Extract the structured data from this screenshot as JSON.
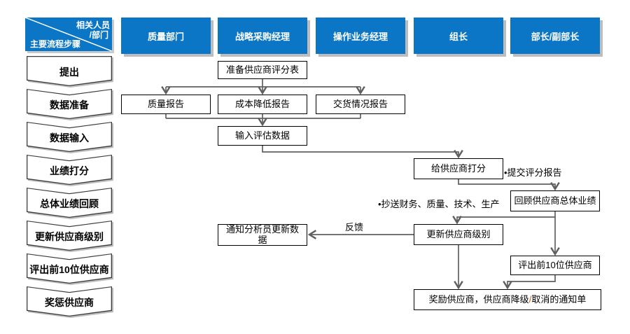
{
  "diagram": {
    "matrix_header": {
      "line1": "相关人员",
      "line2": "/部门",
      "line3": "主要流程步骤"
    },
    "roles": [
      "质量部门",
      "战略采购经理",
      "操作业务经理",
      "组长",
      "部长/副部长"
    ],
    "steps": [
      "提出",
      "数据准备",
      "数据输入",
      "业绩打分",
      "总体业绩回顾",
      "更新供应商级别",
      "评出前10位供应商",
      "奖惩供应商"
    ],
    "nodes": {
      "prepare_form": "准备供应商评分表",
      "quality_report": "质量报告",
      "cost_report": "成本降低报告",
      "delivery_report": "交货情况报告",
      "input_data": "输入评估数据",
      "score_suppliers": "给供应商打分",
      "review_overall": "回顾供应商总体业绩",
      "update_level": "更新供应商级别",
      "notify_analyst": "通知分析员更新数\n据",
      "top10": "评出前10位供应商",
      "reward_part1": "奖励供应商，供应商降级",
      "reward_slash": "/",
      "reward_part2": "取消的通知单"
    },
    "annotations": {
      "submit_report": "•提交评分报告",
      "cc_departments": "•抄送财务、质量、技术、生产",
      "feedback": "反馈"
    },
    "colors": {
      "header_blue": "#0B76C5",
      "line_gray": "#606060",
      "slash_orange": "#C55A11"
    }
  }
}
